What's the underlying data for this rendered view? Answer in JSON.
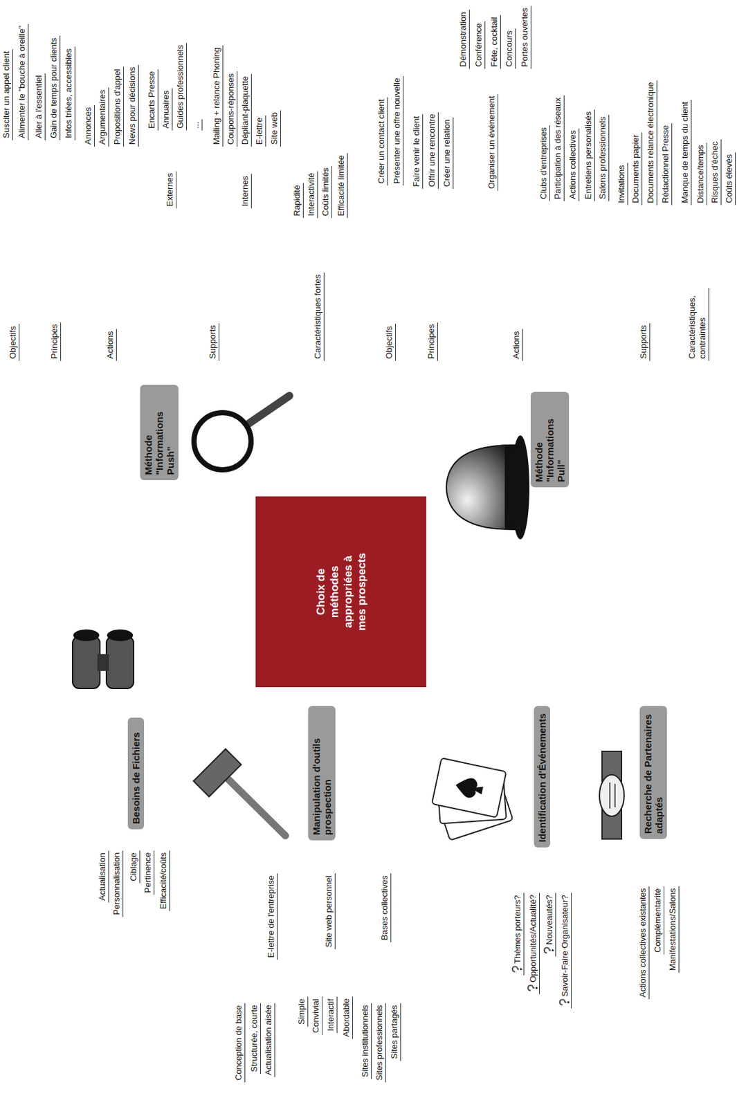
{
  "diagram": {
    "nodes": [
      {
        "text": [
          "Choix de méthodes appropriées à mes prospects"
        ]
      },
      {
        "text": [
          "Méthode \"Informations Push\""
        ]
      },
      {
        "text": [
          "Objectifs"
        ]
      },
      {
        "text": [
          "Susciter un appel client"
        ]
      },
      {
        "text": [
          "Alimenter le \"bouche à oreille\""
        ]
      },
      {
        "text": [
          "Principes"
        ]
      },
      {
        "text": [
          "Aller à l'essentiel"
        ]
      },
      {
        "text": [
          "Gain de temps pour clients"
        ]
      },
      {
        "text": [
          "Infos triées, accessibles"
        ]
      },
      {
        "text": [
          "Actions"
        ]
      },
      {
        "text": [
          "Annonces"
        ]
      },
      {
        "text": [
          "Argumentaires"
        ]
      },
      {
        "text": [
          "Propositions d'appel"
        ]
      },
      {
        "text": [
          "News pour décisions"
        ]
      },
      {
        "text": [
          "Supports"
        ]
      },
      {
        "text": [
          "Externes"
        ]
      },
      {
        "text": [
          "Encarts Presse"
        ]
      },
      {
        "text": [
          "Annuaires"
        ]
      },
      {
        "text": [
          "Guides professionnels"
        ]
      },
      {
        "text": [
          "..."
        ]
      },
      {
        "text": [
          "Internes"
        ]
      },
      {
        "text": [
          "Mailing + relance Phoning"
        ]
      },
      {
        "text": [
          "Coupons-réponses"
        ]
      },
      {
        "text": [
          "Dépliant-plaquette"
        ]
      },
      {
        "text": [
          "E-lettre"
        ]
      },
      {
        "text": [
          "Site web"
        ]
      },
      {
        "text": [
          "Caractéristiques fortes"
        ]
      },
      {
        "text": [
          "Rapidité"
        ]
      },
      {
        "text": [
          "Interactivité"
        ]
      },
      {
        "text": [
          "Coûts limités"
        ]
      },
      {
        "text": [
          "Efficacité limitée"
        ]
      },
      {
        "text": [
          "Méthode \"Informations Pull\""
        ]
      },
      {
        "text": [
          "Objectifs"
        ]
      },
      {
        "text": [
          "Créer un contact client"
        ]
      },
      {
        "text": [
          "Présenter une offre nouvelle"
        ]
      },
      {
        "text": [
          "Principes"
        ]
      },
      {
        "text": [
          "Faire venir le client"
        ]
      },
      {
        "text": [
          "Offrir une rencontre"
        ]
      },
      {
        "text": [
          "Créer une relation"
        ]
      },
      {
        "text": [
          "Actions"
        ]
      },
      {
        "text": [
          "Organiser un événement"
        ]
      },
      {
        "text": [
          "Démonstration"
        ]
      },
      {
        "text": [
          "Conférence"
        ]
      },
      {
        "text": [
          "Fête, cocktail"
        ]
      },
      {
        "text": [
          "Concours"
        ]
      },
      {
        "text": [
          "Portes ouvertes"
        ]
      },
      {
        "text": [
          "Clubs d'entreprises"
        ]
      },
      {
        "text": [
          "Participation à des réseaux"
        ]
      },
      {
        "text": [
          "Actions collectives"
        ]
      },
      {
        "text": [
          "Entretiens personalisés"
        ]
      },
      {
        "text": [
          "Salons professionnels"
        ]
      },
      {
        "text": [
          "Supports"
        ]
      },
      {
        "text": [
          "Invitations"
        ]
      },
      {
        "text": [
          "Documents papier"
        ]
      },
      {
        "text": [
          "Documents relance électronique"
        ]
      },
      {
        "text": [
          "Rédactionnel Presse"
        ]
      },
      {
        "text": [
          "Caractéristiques, contraintes"
        ]
      },
      {
        "text": [
          "Manque de temps du client"
        ]
      },
      {
        "text": [
          "Distance/temps"
        ]
      },
      {
        "text": [
          "Risques d'échec"
        ]
      },
      {
        "text": [
          "Coûts élevés"
        ]
      },
      {
        "text": [
          "Besoins de Fichiers"
        ]
      },
      {
        "text": [
          "Actualisation"
        ]
      },
      {
        "text": [
          "Personnalisation"
        ]
      },
      {
        "text": [
          "Ciblage"
        ]
      },
      {
        "text": [
          "Pertinence"
        ]
      },
      {
        "text": [
          "Efficacité/coûts"
        ]
      },
      {
        "text": [
          "Manipulation d'outils prospection"
        ]
      },
      {
        "text": [
          "E-lettre de l'entreprise"
        ]
      },
      {
        "text": [
          "Conception de base"
        ]
      },
      {
        "text": [
          "Structurée, courte"
        ]
      },
      {
        "text": [
          "Actualisation aisée"
        ]
      },
      {
        "text": [
          "Site web personnel"
        ]
      },
      {
        "text": [
          "Simple"
        ]
      },
      {
        "text": [
          "Convivial"
        ]
      },
      {
        "text": [
          "Interactif"
        ]
      },
      {
        "text": [
          "Abordable"
        ]
      },
      {
        "text": [
          "Bases collectives"
        ]
      },
      {
        "text": [
          "Sites institutionnels"
        ]
      },
      {
        "text": [
          "Sites professionnels"
        ]
      },
      {
        "text": [
          "Sites partagés"
        ]
      },
      {
        "text": [
          "Identification d'Événements"
        ]
      },
      {
        "text": [
          "Thèmes porteurs?"
        ]
      },
      {
        "text": [
          "Opportunités/Actualité?"
        ]
      },
      {
        "text": [
          "Nouveautés?"
        ]
      },
      {
        "text": [
          "Savoir-Faire Organisateur?"
        ]
      },
      {
        "text": [
          "Recherche de Partenaires adaptés"
        ]
      },
      {
        "text": [
          "Actions collectives existantes"
        ]
      },
      {
        "text": [
          "Complémentarité"
        ]
      },
      {
        "text": [
          "Manifestations/Salons"
        ]
      }
    ],
    "edges": [
      {
        "from": 0,
        "to": 1,
        "arrow": "none"
      },
      {
        "from": 1,
        "to": 2,
        "arrow": "none"
      },
      {
        "from": 2,
        "to": 3,
        "arrow": "none"
      },
      {
        "from": 2,
        "to": 4,
        "arrow": "none"
      },
      {
        "from": 1,
        "to": 5,
        "arrow": "none"
      },
      {
        "from": 5,
        "to": 6,
        "arrow": "none"
      },
      {
        "from": 5,
        "to": 7,
        "arrow": "none"
      },
      {
        "from": 5,
        "to": 8,
        "arrow": "none"
      },
      {
        "from": 1,
        "to": 9,
        "arrow": "none"
      },
      {
        "from": 9,
        "to": 10,
        "arrow": "none"
      },
      {
        "from": 9,
        "to": 11,
        "arrow": "none"
      },
      {
        "from": 9,
        "to": 12,
        "arrow": "none"
      },
      {
        "from": 9,
        "to": 13,
        "arrow": "none"
      },
      {
        "from": 1,
        "to": 14,
        "arrow": "none"
      },
      {
        "from": 14,
        "to": 15,
        "arrow": "none"
      },
      {
        "from": 15,
        "to": 16,
        "arrow": "none"
      },
      {
        "from": 15,
        "to": 17,
        "arrow": "none"
      },
      {
        "from": 15,
        "to": 18,
        "arrow": "none"
      },
      {
        "from": 15,
        "to": 19,
        "arrow": "none"
      },
      {
        "from": 14,
        "to": 20,
        "arrow": "none"
      },
      {
        "from": 20,
        "to": 21,
        "arrow": "none"
      },
      {
        "from": 20,
        "to": 22,
        "arrow": "none"
      },
      {
        "from": 20,
        "to": 23,
        "arrow": "none"
      },
      {
        "from": 20,
        "to": 24,
        "arrow": "none"
      },
      {
        "from": 20,
        "to": 25,
        "arrow": "none"
      },
      {
        "from": 1,
        "to": 26,
        "arrow": "none"
      },
      {
        "from": 26,
        "to": 27,
        "arrow": "none"
      },
      {
        "from": 26,
        "to": 28,
        "arrow": "none"
      },
      {
        "from": 26,
        "to": 29,
        "arrow": "none"
      },
      {
        "from": 26,
        "to": 30,
        "arrow": "none"
      },
      {
        "from": 0,
        "to": 31,
        "arrow": "none"
      },
      {
        "from": 31,
        "to": 32,
        "arrow": "none"
      },
      {
        "from": 32,
        "to": 33,
        "arrow": "none"
      },
      {
        "from": 32,
        "to": 34,
        "arrow": "none"
      },
      {
        "from": 31,
        "to": 35,
        "arrow": "none"
      },
      {
        "from": 35,
        "to": 36,
        "arrow": "none"
      },
      {
        "from": 35,
        "to": 37,
        "arrow": "none"
      },
      {
        "from": 35,
        "to": 38,
        "arrow": "none"
      },
      {
        "from": 31,
        "to": 39,
        "arrow": "none"
      },
      {
        "from": 39,
        "to": 40,
        "arrow": "none"
      },
      {
        "from": 40,
        "to": 41,
        "arrow": "none"
      },
      {
        "from": 40,
        "to": 42,
        "arrow": "none"
      },
      {
        "from": 40,
        "to": 43,
        "arrow": "none"
      },
      {
        "from": 40,
        "to": 44,
        "arrow": "none"
      },
      {
        "from": 40,
        "to": 45,
        "arrow": "none"
      },
      {
        "from": 39,
        "to": 46,
        "arrow": "none"
      },
      {
        "from": 39,
        "to": 47,
        "arrow": "none"
      },
      {
        "from": 39,
        "to": 48,
        "arrow": "none"
      },
      {
        "from": 39,
        "to": 49,
        "arrow": "none"
      },
      {
        "from": 39,
        "to": 50,
        "arrow": "none"
      },
      {
        "from": 31,
        "to": 51,
        "arrow": "none"
      },
      {
        "from": 51,
        "to": 52,
        "arrow": "none"
      },
      {
        "from": 51,
        "to": 53,
        "arrow": "none"
      },
      {
        "from": 51,
        "to": 54,
        "arrow": "none"
      },
      {
        "from": 51,
        "to": 55,
        "arrow": "none"
      },
      {
        "from": 31,
        "to": 56,
        "arrow": "none"
      },
      {
        "from": 56,
        "to": 57,
        "arrow": "none"
      },
      {
        "from": 56,
        "to": 58,
        "arrow": "none"
      },
      {
        "from": 56,
        "to": 59,
        "arrow": "none"
      },
      {
        "from": 56,
        "to": 60,
        "arrow": "none"
      },
      {
        "from": 0,
        "to": 61,
        "arrow": "none"
      },
      {
        "from": 61,
        "to": 62,
        "arrow": "none"
      },
      {
        "from": 61,
        "to": 63,
        "arrow": "none"
      },
      {
        "from": 61,
        "to": 64,
        "arrow": "none"
      },
      {
        "from": 61,
        "to": 65,
        "arrow": "none"
      },
      {
        "from": 61,
        "to": 66,
        "arrow": "none"
      },
      {
        "from": 0,
        "to": 67,
        "arrow": "none"
      },
      {
        "from": 67,
        "to": 68,
        "arrow": "none"
      },
      {
        "from": 68,
        "to": 69,
        "arrow": "none"
      },
      {
        "from": 68,
        "to": 70,
        "arrow": "none"
      },
      {
        "from": 68,
        "to": 71,
        "arrow": "none"
      },
      {
        "from": 67,
        "to": 72,
        "arrow": "none"
      },
      {
        "from": 72,
        "to": 73,
        "arrow": "none"
      },
      {
        "from": 72,
        "to": 74,
        "arrow": "none"
      },
      {
        "from": 72,
        "to": 75,
        "arrow": "none"
      },
      {
        "from": 72,
        "to": 76,
        "arrow": "none"
      },
      {
        "from": 67,
        "to": 77,
        "arrow": "none"
      },
      {
        "from": 77,
        "to": 78,
        "arrow": "none"
      },
      {
        "from": 77,
        "to": 79,
        "arrow": "none"
      },
      {
        "from": 77,
        "to": 80,
        "arrow": "none"
      },
      {
        "from": 0,
        "to": 81,
        "arrow": "none"
      },
      {
        "from": 81,
        "to": 82,
        "arrow": "none"
      },
      {
        "from": 81,
        "to": 83,
        "arrow": "none"
      },
      {
        "from": 81,
        "to": 84,
        "arrow": "none"
      },
      {
        "from": 81,
        "to": 85,
        "arrow": "none"
      },
      {
        "from": 0,
        "to": 86,
        "arrow": "none"
      },
      {
        "from": 86,
        "to": 87,
        "arrow": "none"
      },
      {
        "from": 86,
        "to": 88,
        "arrow": "none"
      },
      {
        "from": 86,
        "to": 89,
        "arrow": "none"
      }
    ]
  }
}
